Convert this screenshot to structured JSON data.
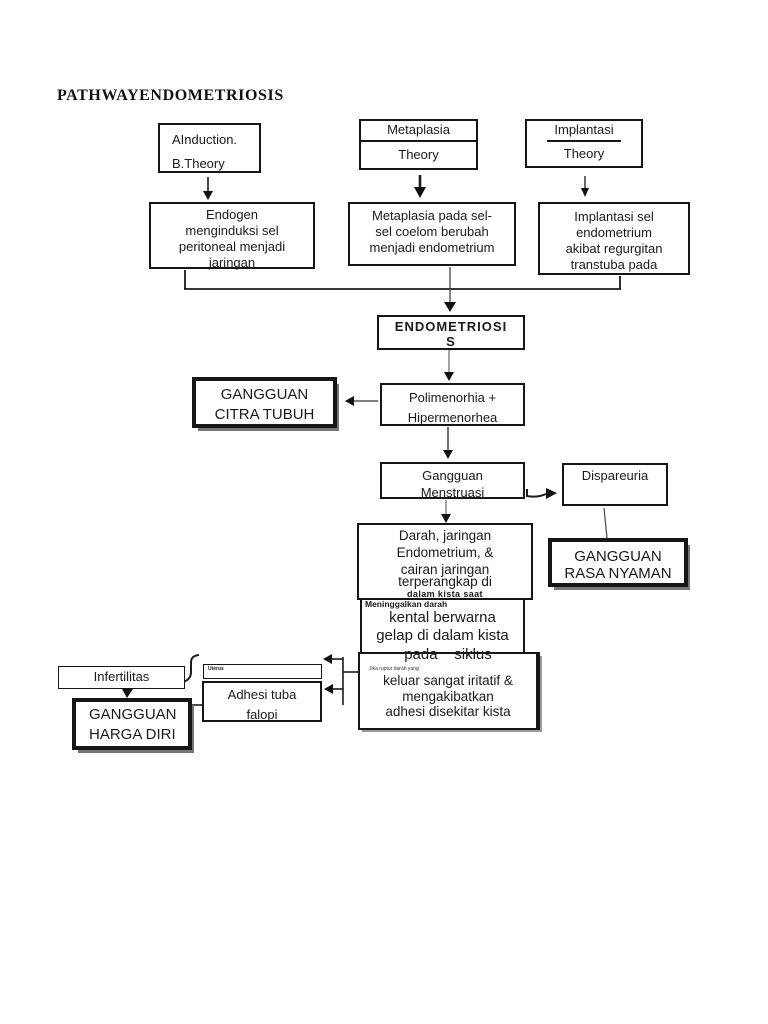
{
  "title": "PATHWAYENDOMETRIOSIS",
  "theories": {
    "induction": {
      "line_a": "AInduction.",
      "line_b": "B.Theory"
    },
    "metaplasia": {
      "top": "Metaplasia",
      "bottom": "Theory"
    },
    "implantasi": {
      "top": "Implantasi",
      "bottom": "Theory"
    }
  },
  "mechanisms": {
    "endogen": "Endogen\nmenginduksi sel\nperitoneal menjadi\njaringan",
    "metaplasia": "Metaplasia pada sel-\nsel coelom berubah\nmenjadi endometrium",
    "implantasi": "Implantasi sel\nendometrium\nakibat regurgitan\ntranstuba pada"
  },
  "endometriosis": "ENDOMETRIOSI\nS",
  "symptoms": {
    "polimenorhia": "Polimenorhia +\nHipermenorhea",
    "gangguan_citra_tubuh": "GANGGUAN\nCITRA TUBUH",
    "gangguan_menstruasi": "Gangguan\nMenstruasi",
    "dispareuria": "Dispareuria",
    "gangguan_rasa_nyaman": "GANGGUAN\nRASA NYAMAN"
  },
  "cyst_process": {
    "darah_main": "Darah, jaringan\nEndometrium, &\ncairan jaringan",
    "darah_sub": "terperangkap di",
    "darah_small": "dalam kista saat",
    "meninggalkan_small": "Meninggalkan darah",
    "kental_main": "kental berwarna\ngelap di dalam kista",
    "pada_siklus": "pada    siklus",
    "jika_small": "Jika ruptur darah yang",
    "keluar_main": "keluar sangat iritatif &\nmengakibatkan\nadhesi disekitar kista"
  },
  "complications": {
    "infertilitas": "Infertilitas",
    "uterus_small": "Uterus",
    "adhesi_tuba": "Adhesi tuba\nfalopi",
    "gangguan_harga_diri": "GANGGUAN\nHARGA DIRI"
  },
  "colors": {
    "line": "#1a1a1a",
    "thin_line": "#555555",
    "shadow": "#777777"
  }
}
